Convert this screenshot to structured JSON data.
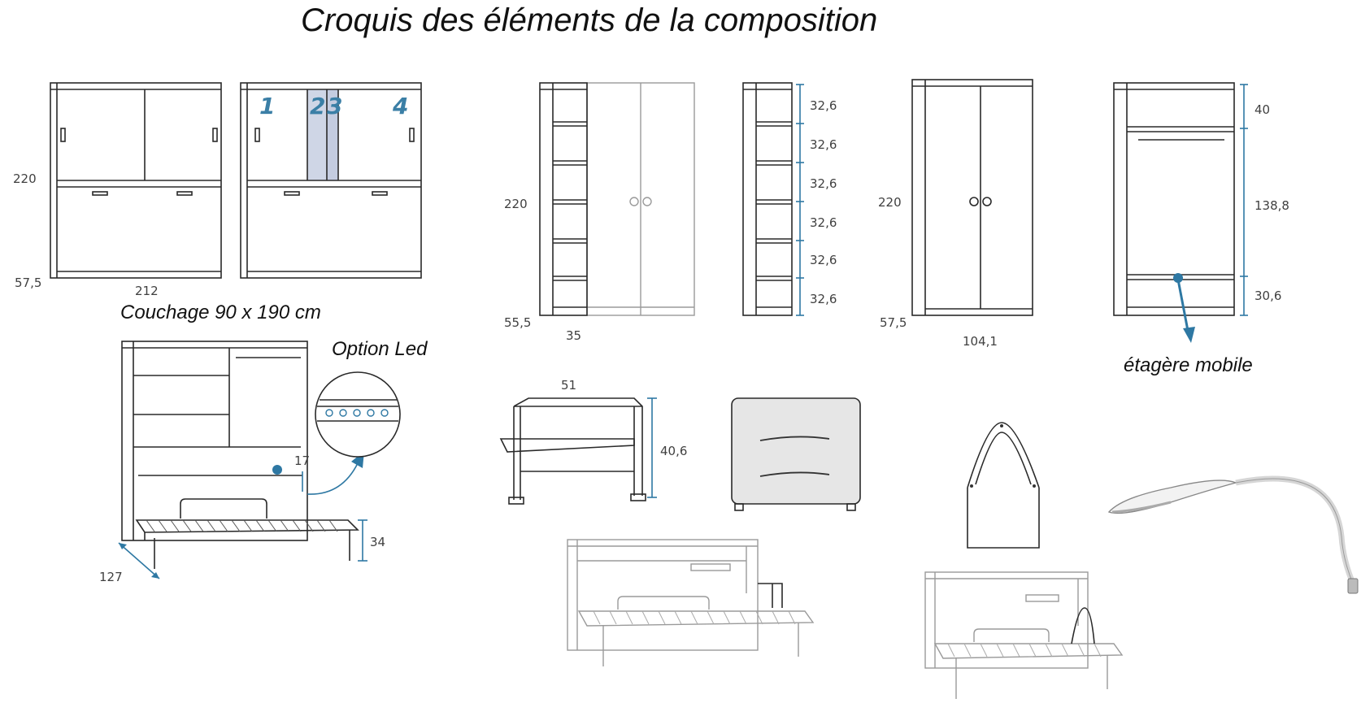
{
  "title": "Croquis des éléments de la composition",
  "captions": {
    "bed": "Couchage 90 x 190 cm",
    "led": "Option Led",
    "shelf": "étagère mobile"
  },
  "cabinet_numbers": [
    "1",
    "2",
    "3",
    "4"
  ],
  "dimensions": {
    "unit1_height": "220",
    "unit1_depth": "57,5",
    "unit1_width": "212",
    "column_height": "220",
    "column_depth": "55,5",
    "column_width": "35",
    "shelf_spacing": [
      "32,6",
      "32,6",
      "32,6",
      "32,6",
      "32,6",
      "32,6"
    ],
    "wardrobe_height": "220",
    "wardrobe_depth": "57,5",
    "wardrobe_width": "104,1",
    "interior_top": "40",
    "interior_middle": "138,8",
    "interior_bottom": "30,6",
    "bed_shelf": "17",
    "bed_leg": "34",
    "bed_depth": "127",
    "desk_width": "51",
    "desk_height": "40,6"
  },
  "colors": {
    "accent": "#2e78a3",
    "highlight": "#cfd6e6"
  }
}
